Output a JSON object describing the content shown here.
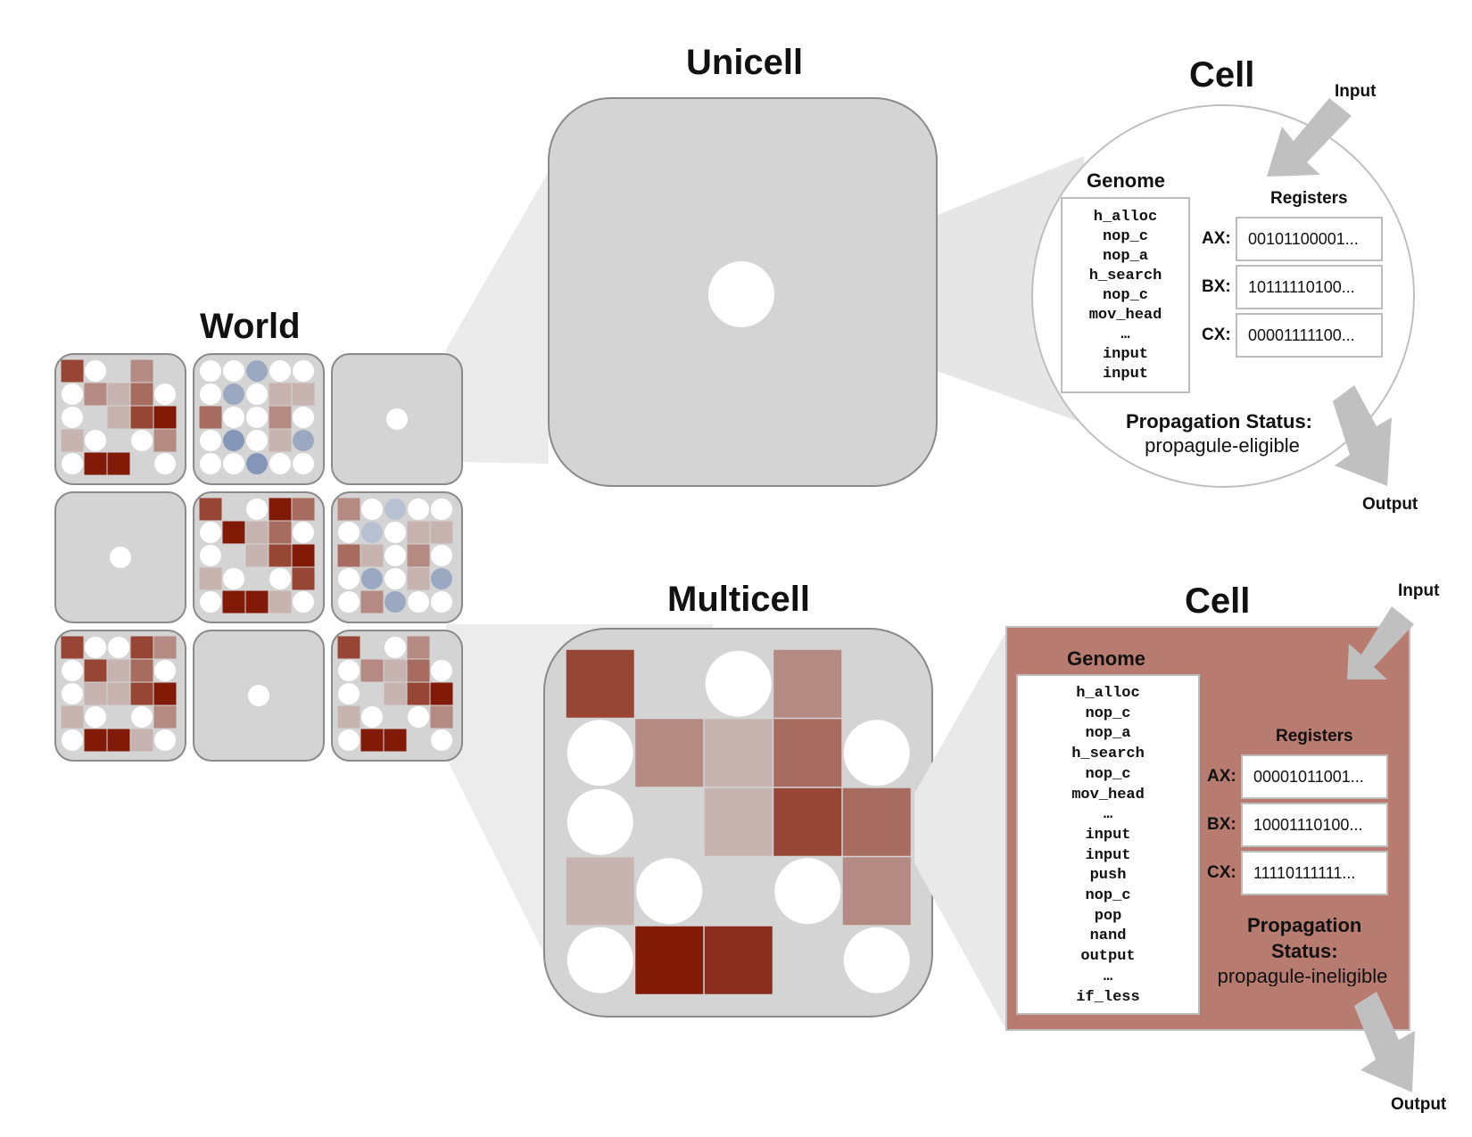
{
  "labels": {
    "world": "World",
    "unicell": "Unicell",
    "multicell": "Multicell"
  },
  "unicell_cell": {
    "title": "Cell",
    "input_label": "Input",
    "output_label": "Output",
    "genome_title": "Genome",
    "genome": [
      "h_alloc",
      "nop_c",
      "nop_a",
      "h_search",
      "nop_c",
      "mov_head",
      "…",
      "input",
      "input"
    ],
    "registers_title": "Registers",
    "registers": [
      {
        "name": "AX:",
        "value": "00101100001..."
      },
      {
        "name": "BX:",
        "value": "10111110100..."
      },
      {
        "name": "CX:",
        "value": "00001111100..."
      }
    ],
    "status_title": "Propagation Status:",
    "status_value": "propagule-eligible"
  },
  "multicell_cell": {
    "title": "Cell",
    "input_label": "Input",
    "output_label": "Output",
    "genome_title": "Genome",
    "genome": [
      "h_alloc",
      "nop_c",
      "nop_a",
      "h_search",
      "nop_c",
      "mov_head",
      "…",
      "input",
      "input",
      "push",
      "nop_c",
      "pop",
      "nand",
      "output",
      "…",
      "if_less"
    ],
    "registers_title": "Registers",
    "registers": [
      {
        "name": "AX:",
        "value": "00001011001..."
      },
      {
        "name": "BX:",
        "value": "10001110100..."
      },
      {
        "name": "CX:",
        "value": "11110111111..."
      }
    ],
    "status_title_line1": "Propagation",
    "status_title_line2": "Status:",
    "status_value": "propagule-ineligible"
  },
  "colors": {
    "panel_bg": "#d4d4d4",
    "panel_border": "#8a8a8a",
    "zoom_wedge": "#ebebeb",
    "arrow": "#c0c0c0",
    "dark_red": "#8b1a0a",
    "mid_red": "#9a4636",
    "blue": "#7e92b8",
    "cell_fill": "#b77b70"
  },
  "world_grid": [
    {
      "type": "multi",
      "cells": [
        [
          "c2",
          "w",
          "",
          "c4",
          "",
          ""
        ],
        [
          "w",
          "c4",
          "c6",
          "c3",
          "w",
          ""
        ],
        [
          "w",
          "",
          "c6",
          "c2",
          "c1",
          ""
        ],
        [
          "c6",
          "w",
          "",
          "w",
          "c4",
          ""
        ],
        [
          "w",
          "c1",
          "c1",
          "",
          "w",
          ""
        ]
      ]
    },
    {
      "type": "multi",
      "cells": [
        [
          "w",
          "w",
          "b2",
          "w",
          "w",
          ""
        ],
        [
          "w",
          "b2",
          "w",
          "c6",
          "c6",
          ""
        ],
        [
          "c3",
          "w",
          "w",
          "c4",
          "w",
          ""
        ],
        [
          "w",
          "b3",
          "w",
          "c6",
          "b2",
          ""
        ],
        [
          "w",
          "w",
          "b3",
          "w",
          "w",
          ""
        ]
      ]
    },
    {
      "type": "uni"
    },
    {
      "type": "uni"
    },
    {
      "type": "multi",
      "cells": [
        [
          "c2",
          "",
          "w",
          "c1",
          "c3",
          ""
        ],
        [
          "w",
          "c1",
          "c6",
          "c3",
          "w",
          ""
        ],
        [
          "w",
          "",
          "c6",
          "c2",
          "c1",
          ""
        ],
        [
          "c6",
          "w",
          "",
          "w",
          "c2",
          ""
        ],
        [
          "w",
          "c1",
          "c1",
          "c6",
          "w",
          ""
        ]
      ]
    },
    {
      "type": "multi",
      "cells": [
        [
          "c4",
          "w",
          "b4",
          "w",
          "w",
          ""
        ],
        [
          "w",
          "b4",
          "w",
          "c6",
          "c6",
          ""
        ],
        [
          "c3",
          "c6",
          "w",
          "c4",
          "w",
          ""
        ],
        [
          "w",
          "b2",
          "w",
          "c6",
          "b2",
          ""
        ],
        [
          "w",
          "c4",
          "b2",
          "w",
          "w",
          ""
        ]
      ]
    },
    {
      "type": "multi",
      "cells": [
        [
          "c2",
          "w",
          "w",
          "c2",
          "c4",
          ""
        ],
        [
          "w",
          "c2",
          "c6",
          "c3",
          "w",
          ""
        ],
        [
          "w",
          "c6",
          "c6",
          "c2",
          "c1",
          ""
        ],
        [
          "c6",
          "w",
          "",
          "w",
          "c4",
          ""
        ],
        [
          "w",
          "c1",
          "c1",
          "c6",
          "w",
          ""
        ]
      ]
    },
    {
      "type": "uni"
    },
    {
      "type": "multi",
      "cells": [
        [
          "c2",
          "",
          "w",
          "c4",
          "",
          ""
        ],
        [
          "w",
          "c4",
          "c6",
          "c3",
          "w",
          ""
        ],
        [
          "w",
          "",
          "c6",
          "c2",
          "c1",
          ""
        ],
        [
          "c6",
          "w",
          "",
          "w",
          "c4",
          ""
        ],
        [
          "w",
          "c1",
          "c1",
          "",
          "w",
          ""
        ]
      ]
    }
  ],
  "multicell_grid": [
    [
      "c2",
      "",
      "w",
      "c4",
      ""
    ],
    [
      "w",
      "c4",
      "c6",
      "c3",
      "w"
    ],
    [
      "w",
      "",
      "c6",
      "c2",
      "c3"
    ],
    [
      "c6",
      "w",
      "",
      "w",
      "c4"
    ],
    [
      "w",
      "c1",
      "c1b",
      "",
      "w"
    ]
  ]
}
